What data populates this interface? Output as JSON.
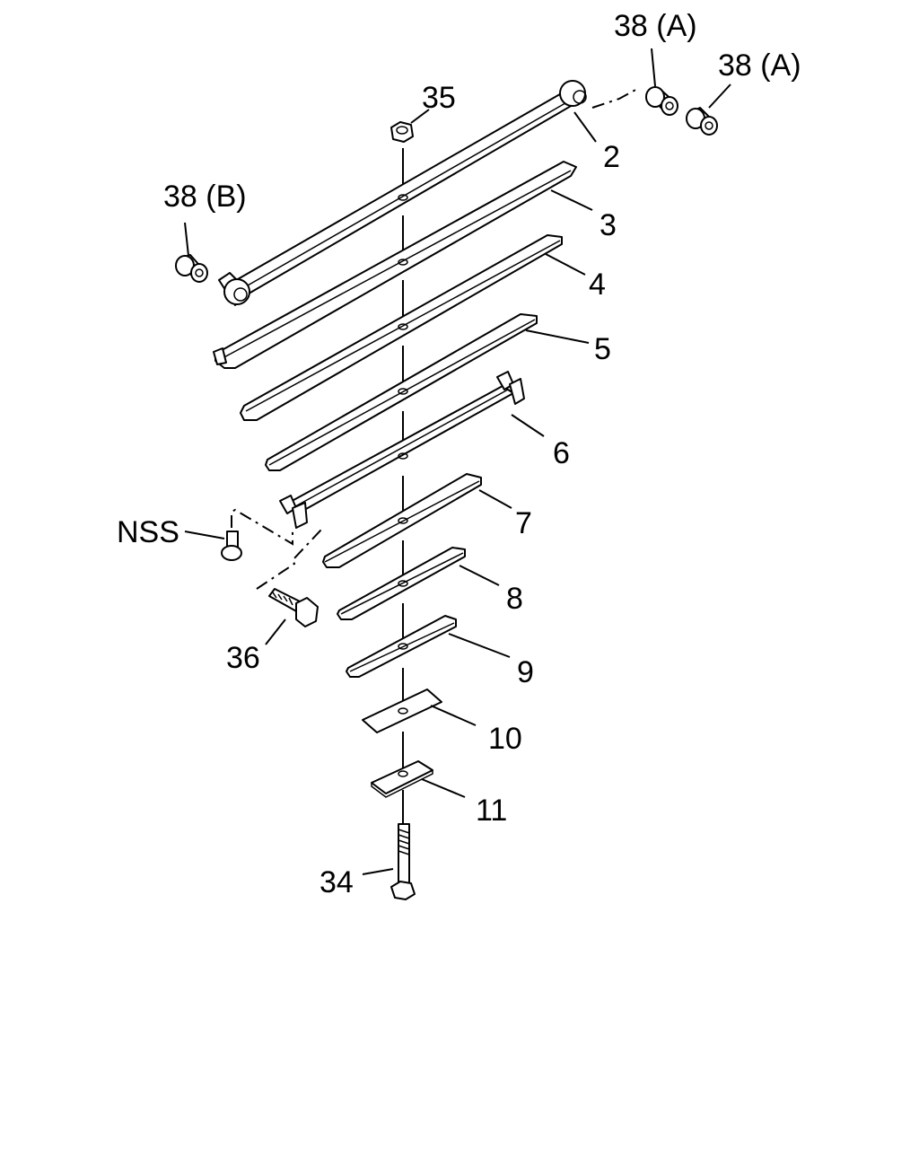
{
  "diagram": {
    "labels": {
      "p2": "2",
      "p3": "3",
      "p4": "4",
      "p5": "5",
      "p6": "6",
      "p7": "7",
      "p8": "8",
      "p9": "9",
      "p10": "10",
      "p11": "11",
      "p34": "34",
      "p35": "35",
      "p36": "36",
      "p38a1": "38 (A)",
      "p38a2": "38 (A)",
      "p38b": "38 (B)",
      "nss": "NSS"
    }
  }
}
